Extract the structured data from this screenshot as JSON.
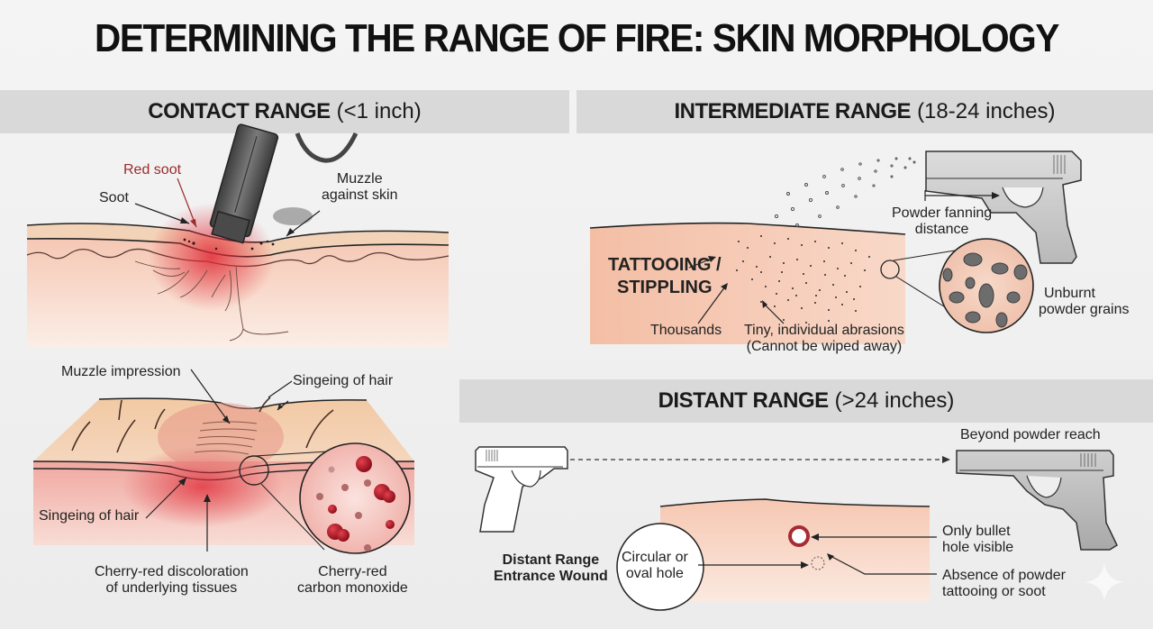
{
  "title": "DETERMINING THE RANGE OF FIRE: SKIN MORPHOLOGY",
  "sections": {
    "contact": {
      "heading_bold": "CONTACT RANGE",
      "heading_sub": "(<1 inch)",
      "labels": {
        "red_soot": "Red soot",
        "soot": "Soot",
        "muzzle_against_skin_1": "Muzzle",
        "muzzle_against_skin_2": "against skin"
      }
    },
    "contact_detail": {
      "labels": {
        "muzzle_impression": "Muzzle impression",
        "singeing_top": "Singeing of hair",
        "singeing_left": "Singeing of hair",
        "cherry_red_disc_1": "Cherry-red discoloration",
        "cherry_red_disc_2": "of underlying tissues",
        "cherry_red_co_1": "Cherry-red",
        "cherry_red_co_2": "carbon monoxide"
      }
    },
    "intermediate": {
      "heading_bold": "INTERMEDIATE RANGE",
      "heading_sub": "(18-24 inches)",
      "labels": {
        "powder_fanning_1": "Powder fanning",
        "powder_fanning_2": "distance",
        "tattooing_1": "TATTOOING /",
        "tattooing_2": "STIPPLING",
        "thousands": "Thousands",
        "abrasions_1": "Tiny, individual abrasions",
        "abrasions_2": "(Cannot be wiped away)",
        "unburnt_1": "Unburnt",
        "unburnt_2": "powder grains"
      }
    },
    "distant": {
      "heading_bold": "DISTANT RANGE",
      "heading_sub": "(>24 inches)",
      "labels": {
        "beyond": "Beyond powder reach",
        "entrance_1": "Distant Range",
        "entrance_2": "Entrance Wound",
        "circular_1": "Circular or",
        "circular_2": "oval hole",
        "only_bullet_1": "Only bullet",
        "only_bullet_2": "hole visible",
        "absence_1": "Absence of powder",
        "absence_2": "tattooing or soot"
      }
    }
  },
  "colors": {
    "band": "#d9d9d9",
    "skin": "#f4c9b0",
    "skin_dermis": "#f2b9a5",
    "blood_red": "#c0182a",
    "red_label": "#9a2b2b",
    "gun_dark": "#555555",
    "gun_light": "#c8c8c8"
  }
}
